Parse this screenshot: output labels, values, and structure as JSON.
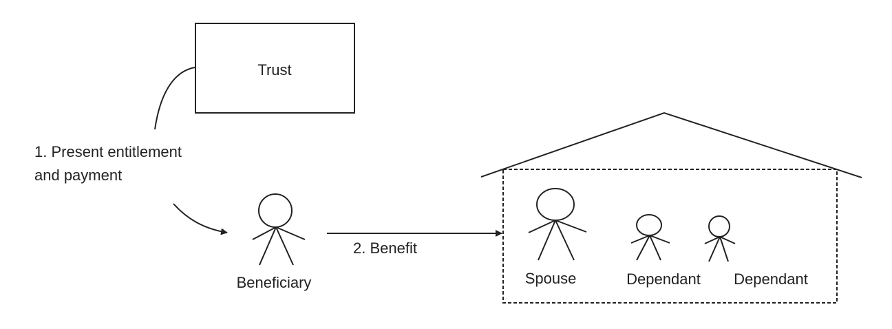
{
  "trust": {
    "label": "Trust"
  },
  "step1": {
    "line1": "1. Present entitlement",
    "line2": "and payment"
  },
  "beneficiary": {
    "label": "Beneficiary"
  },
  "step2": {
    "label": "2. Benefit"
  },
  "household": {
    "members": [
      {
        "label": "Spouse"
      },
      {
        "label": "Dependant"
      },
      {
        "label": "Dependant"
      }
    ]
  }
}
